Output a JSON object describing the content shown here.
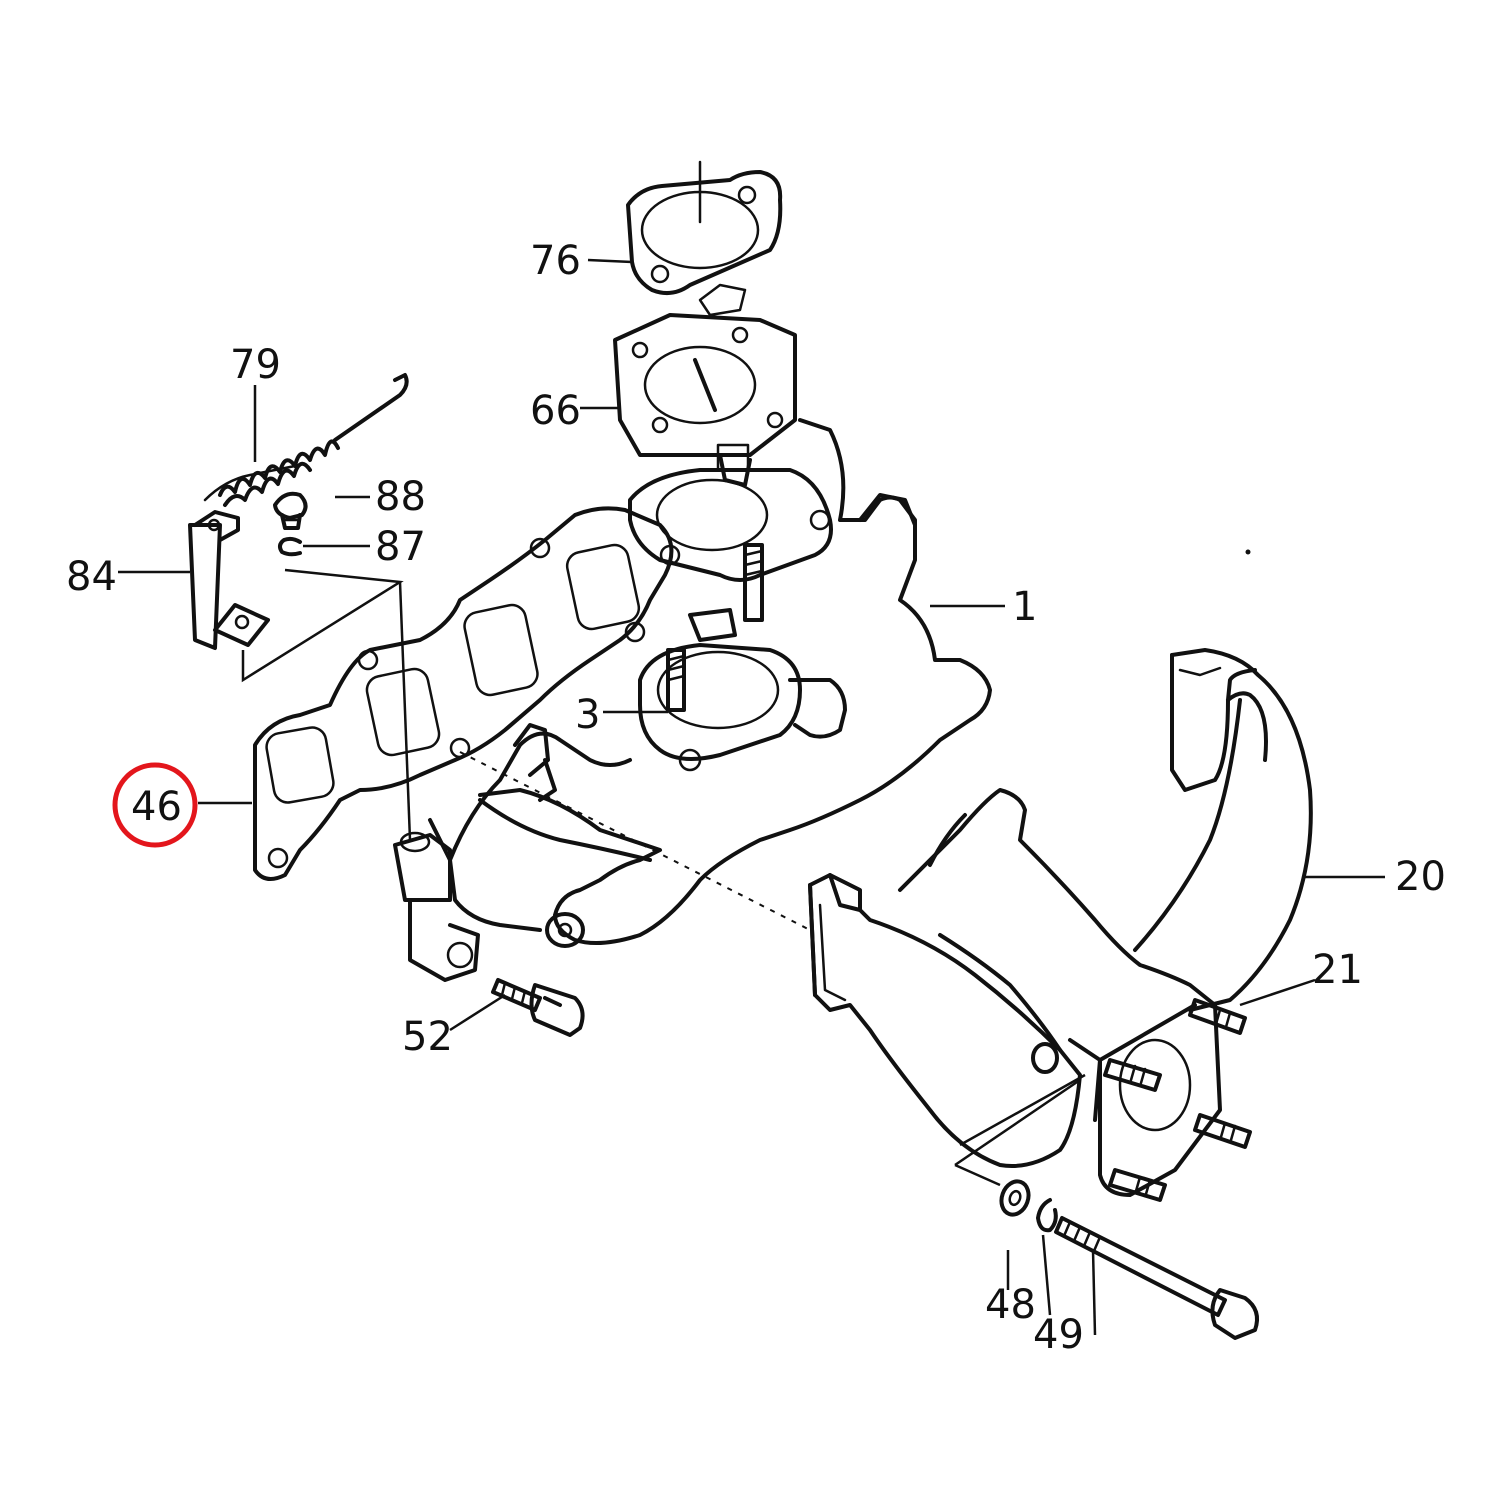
{
  "callouts": {
    "c76": "76",
    "c79": "79",
    "c66": "66",
    "c88": "88",
    "c87": "87",
    "c84": "84",
    "c1": "1",
    "c3": "3",
    "c46": "46",
    "c20": "20",
    "c21": "21",
    "c52": "52",
    "c48": "48",
    "c49": "49"
  },
  "highlight": {
    "callout": "46",
    "color": "#e3161c"
  }
}
